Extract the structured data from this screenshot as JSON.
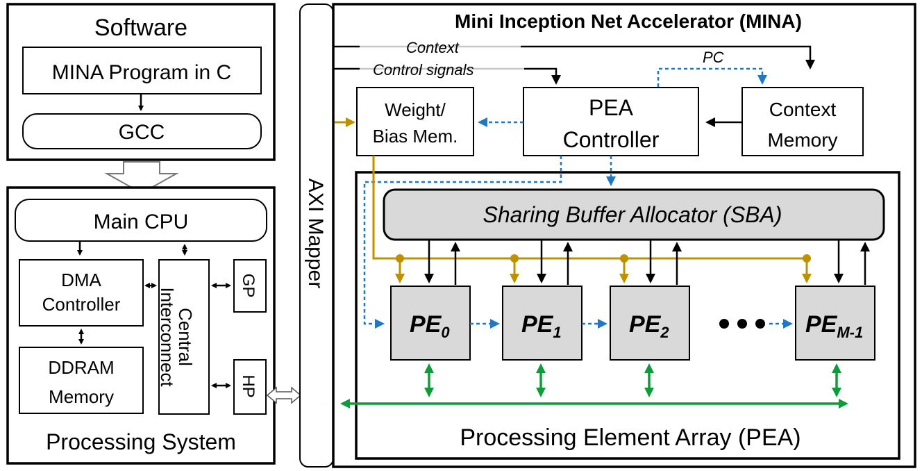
{
  "software": {
    "title": "Software",
    "program": "MINA Program in C",
    "compiler": "GCC"
  },
  "processing_system": {
    "title": "Processing System",
    "cpu": "Main CPU",
    "dma_line1": "DMA",
    "dma_line2": "Controller",
    "ddram_line1": "DDRAM",
    "ddram_line2": "Memory",
    "interconnect_line1": "Central",
    "interconnect_line2": "Interconnect",
    "gp": "GP",
    "hp": "HP"
  },
  "axi": {
    "label": "AXI Mapper"
  },
  "mina": {
    "title": "Mini Inception Net Accelerator (MINA)",
    "context_label": "Context",
    "control_label": "Control signals",
    "pc_label": "PC",
    "weight_line1": "Weight/",
    "weight_line2": "Bias Mem.",
    "controller_line1": "PEA",
    "controller_line2": "Controller",
    "context_mem_line1": "Context",
    "context_mem_line2": "Memory"
  },
  "pea": {
    "title": "Processing Element Array (PEA)",
    "sba": "Sharing Buffer Allocator (SBA)",
    "pes": [
      {
        "name": "PE",
        "sub": "0"
      },
      {
        "name": "PE",
        "sub": "1"
      },
      {
        "name": "PE",
        "sub": "2"
      },
      {
        "name": "PE",
        "sub": "M-1"
      }
    ]
  },
  "colors": {
    "gold": "#bf9000",
    "blue": "#1f77c8",
    "green": "#0f9b3a",
    "grey_fill": "#d9d9d9"
  }
}
